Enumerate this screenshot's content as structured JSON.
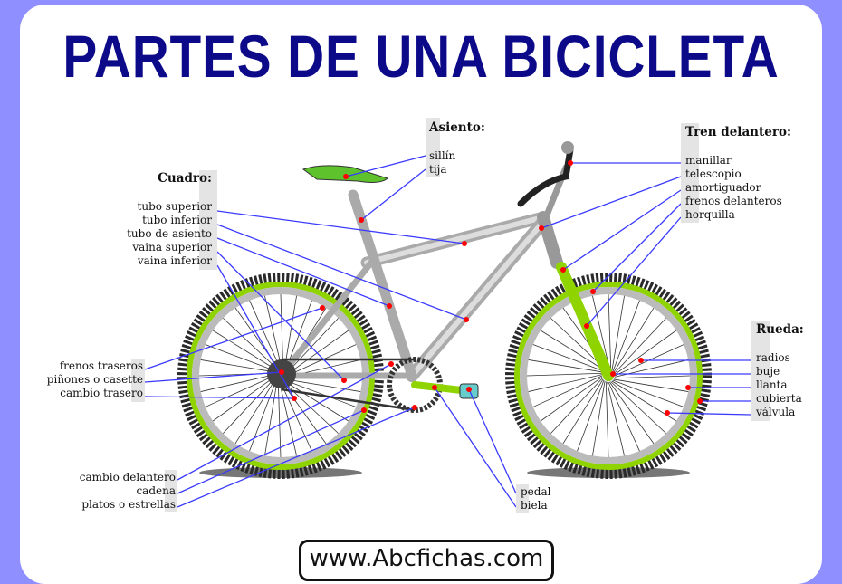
{
  "title": "PARTES DE UNA BICICLETA",
  "groups": {
    "asiento": {
      "heading": "Asiento:",
      "items": [
        "sillín",
        "tija"
      ]
    },
    "cuadro": {
      "heading": "Cuadro:",
      "items": [
        "tubo superior",
        "tubo inferior",
        "tubo de asiento",
        "vaina superior",
        "vaina inferior"
      ]
    },
    "tren_delantero": {
      "heading": "Tren delantero:",
      "items": [
        "manillar",
        "telescopio",
        "amortiguador",
        "frenos delanteros",
        "horquilla"
      ]
    },
    "rueda": {
      "heading": "Rueda:",
      "items": [
        "radios",
        "buje",
        "llanta",
        "cubierta",
        "válvula"
      ]
    },
    "transmision_trasera": {
      "items": [
        "frenos traseros",
        "piñones o casette",
        "cambio trasero"
      ]
    },
    "transmision_delantera": {
      "items": [
        "cambio delantero",
        "cadena",
        "platos o estrellas"
      ]
    },
    "pedales": {
      "items": [
        "pedal",
        "biela"
      ]
    }
  },
  "footer": {
    "url": "www.Abcfichas.com"
  },
  "colors": {
    "background": "#8f8fff",
    "title": "#0d0a8a",
    "leader": "#3a3aff",
    "dot": "#ff0000",
    "accent": "#8fd400"
  }
}
